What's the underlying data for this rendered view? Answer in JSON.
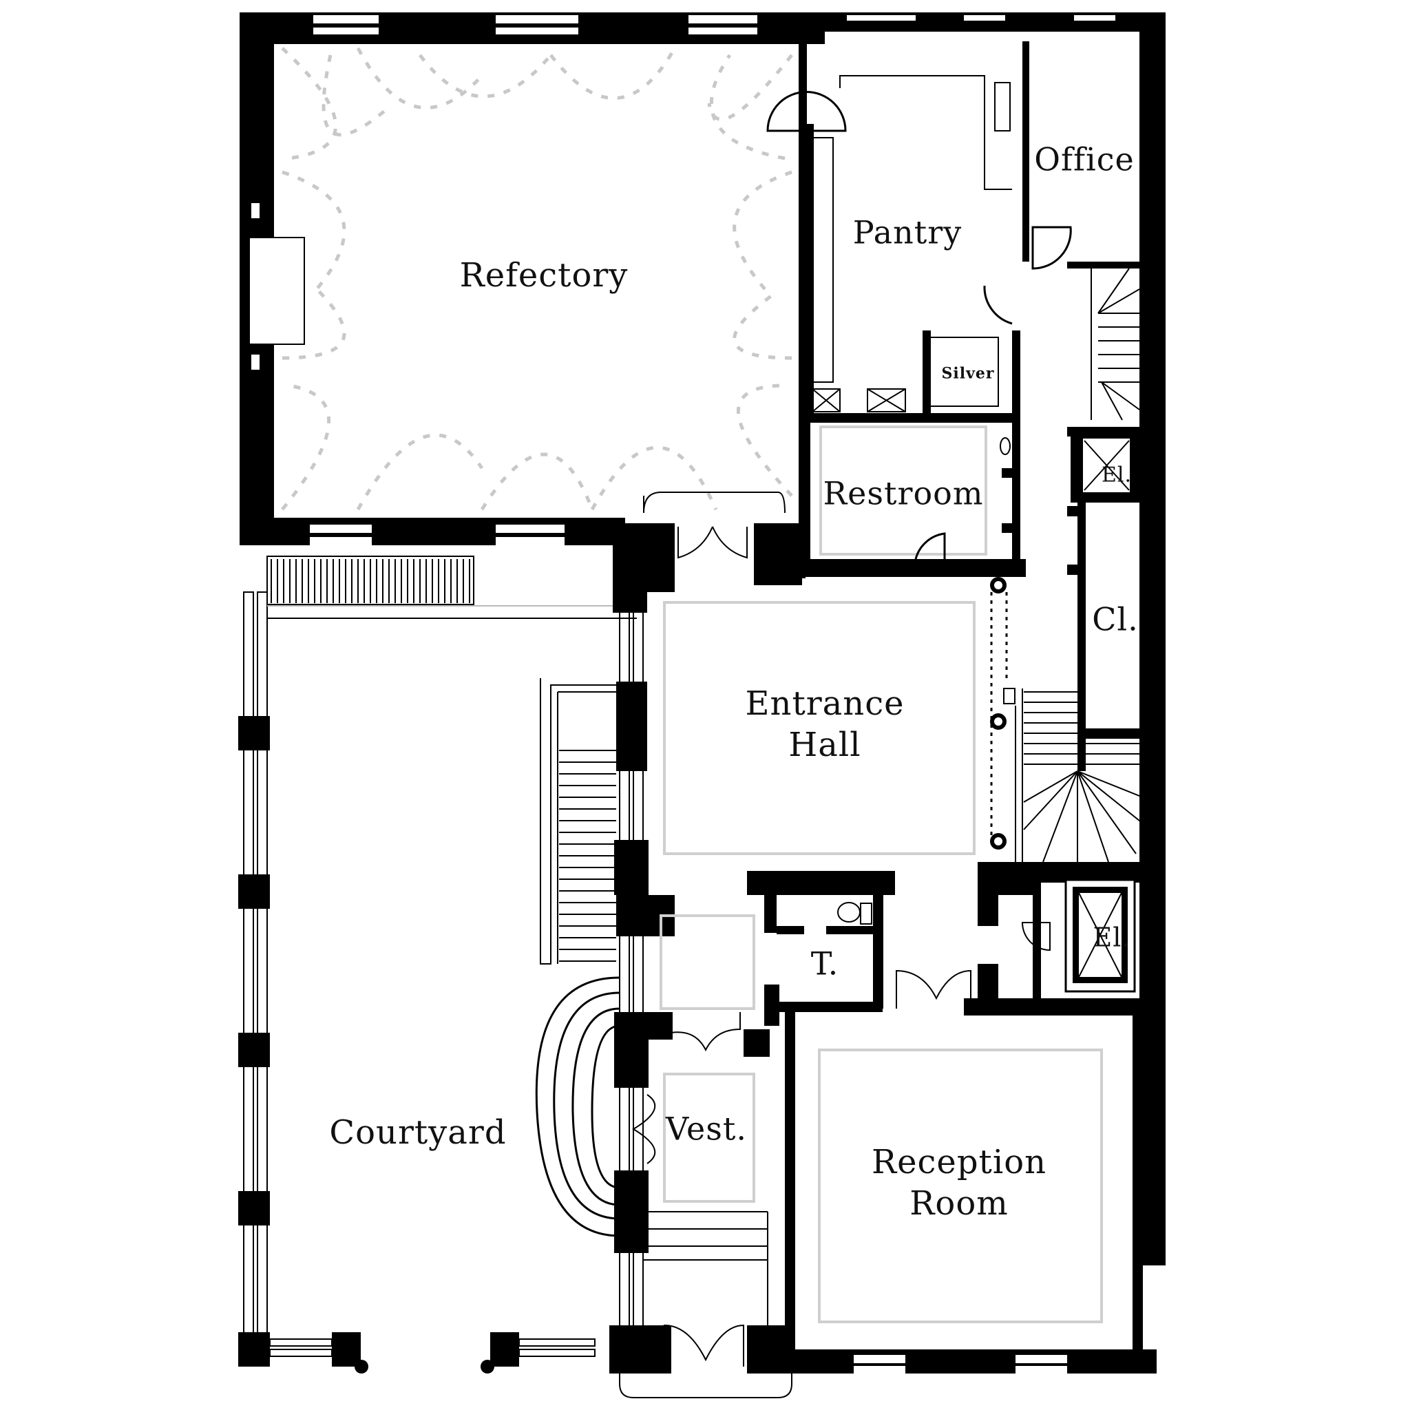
{
  "diagram": {
    "type": "architectural-floor-plan",
    "colors": {
      "wall": "#000000",
      "background": "#ffffff",
      "ceiling_pattern": "#c8c8c8",
      "floor_border": "#cfcfcf"
    }
  },
  "rooms": {
    "refectory": {
      "label": "Refectory"
    },
    "pantry": {
      "label": "Pantry"
    },
    "office": {
      "label": "Office"
    },
    "silver": {
      "label": "Silver"
    },
    "restroom": {
      "label": "Restroom"
    },
    "elevator_upper": {
      "label": "El."
    },
    "closet": {
      "label": "Cl."
    },
    "entrance_hall": {
      "line1": "Entrance",
      "line2": "Hall"
    },
    "toilet": {
      "label": "T."
    },
    "elevator_lower": {
      "label": "El."
    },
    "courtyard": {
      "label": "Courtyard"
    },
    "vestibule": {
      "label": "Vest."
    },
    "reception_room": {
      "line1": "Reception",
      "line2": "Room"
    }
  }
}
